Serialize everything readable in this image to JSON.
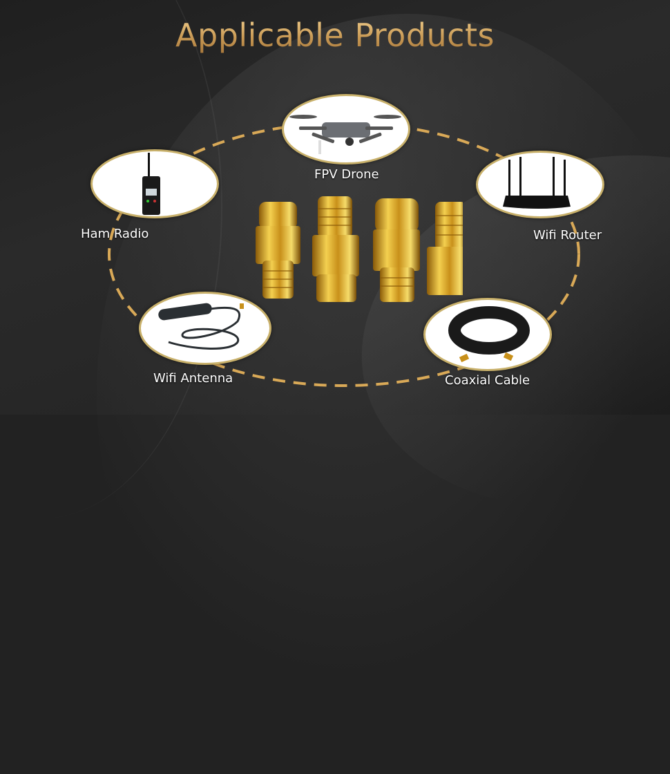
{
  "title": "Applicable Products",
  "colors": {
    "gold": "#c99a55",
    "ring": "#d9a957",
    "oval_border": "#c8b06a",
    "background": "#222222"
  },
  "center": {
    "image": "gold-sma-adapters",
    "count": 4
  },
  "products": [
    {
      "label": "FPV Drone",
      "icon": "drone-icon"
    },
    {
      "label": "Ham Radio",
      "icon": "walkie-talkie-icon"
    },
    {
      "label": "Wifi Router",
      "icon": "router-icon"
    },
    {
      "label": "Wifi Antenna",
      "icon": "antenna-icon"
    },
    {
      "label": "Coaxial Cable",
      "icon": "coax-cable-icon"
    }
  ]
}
